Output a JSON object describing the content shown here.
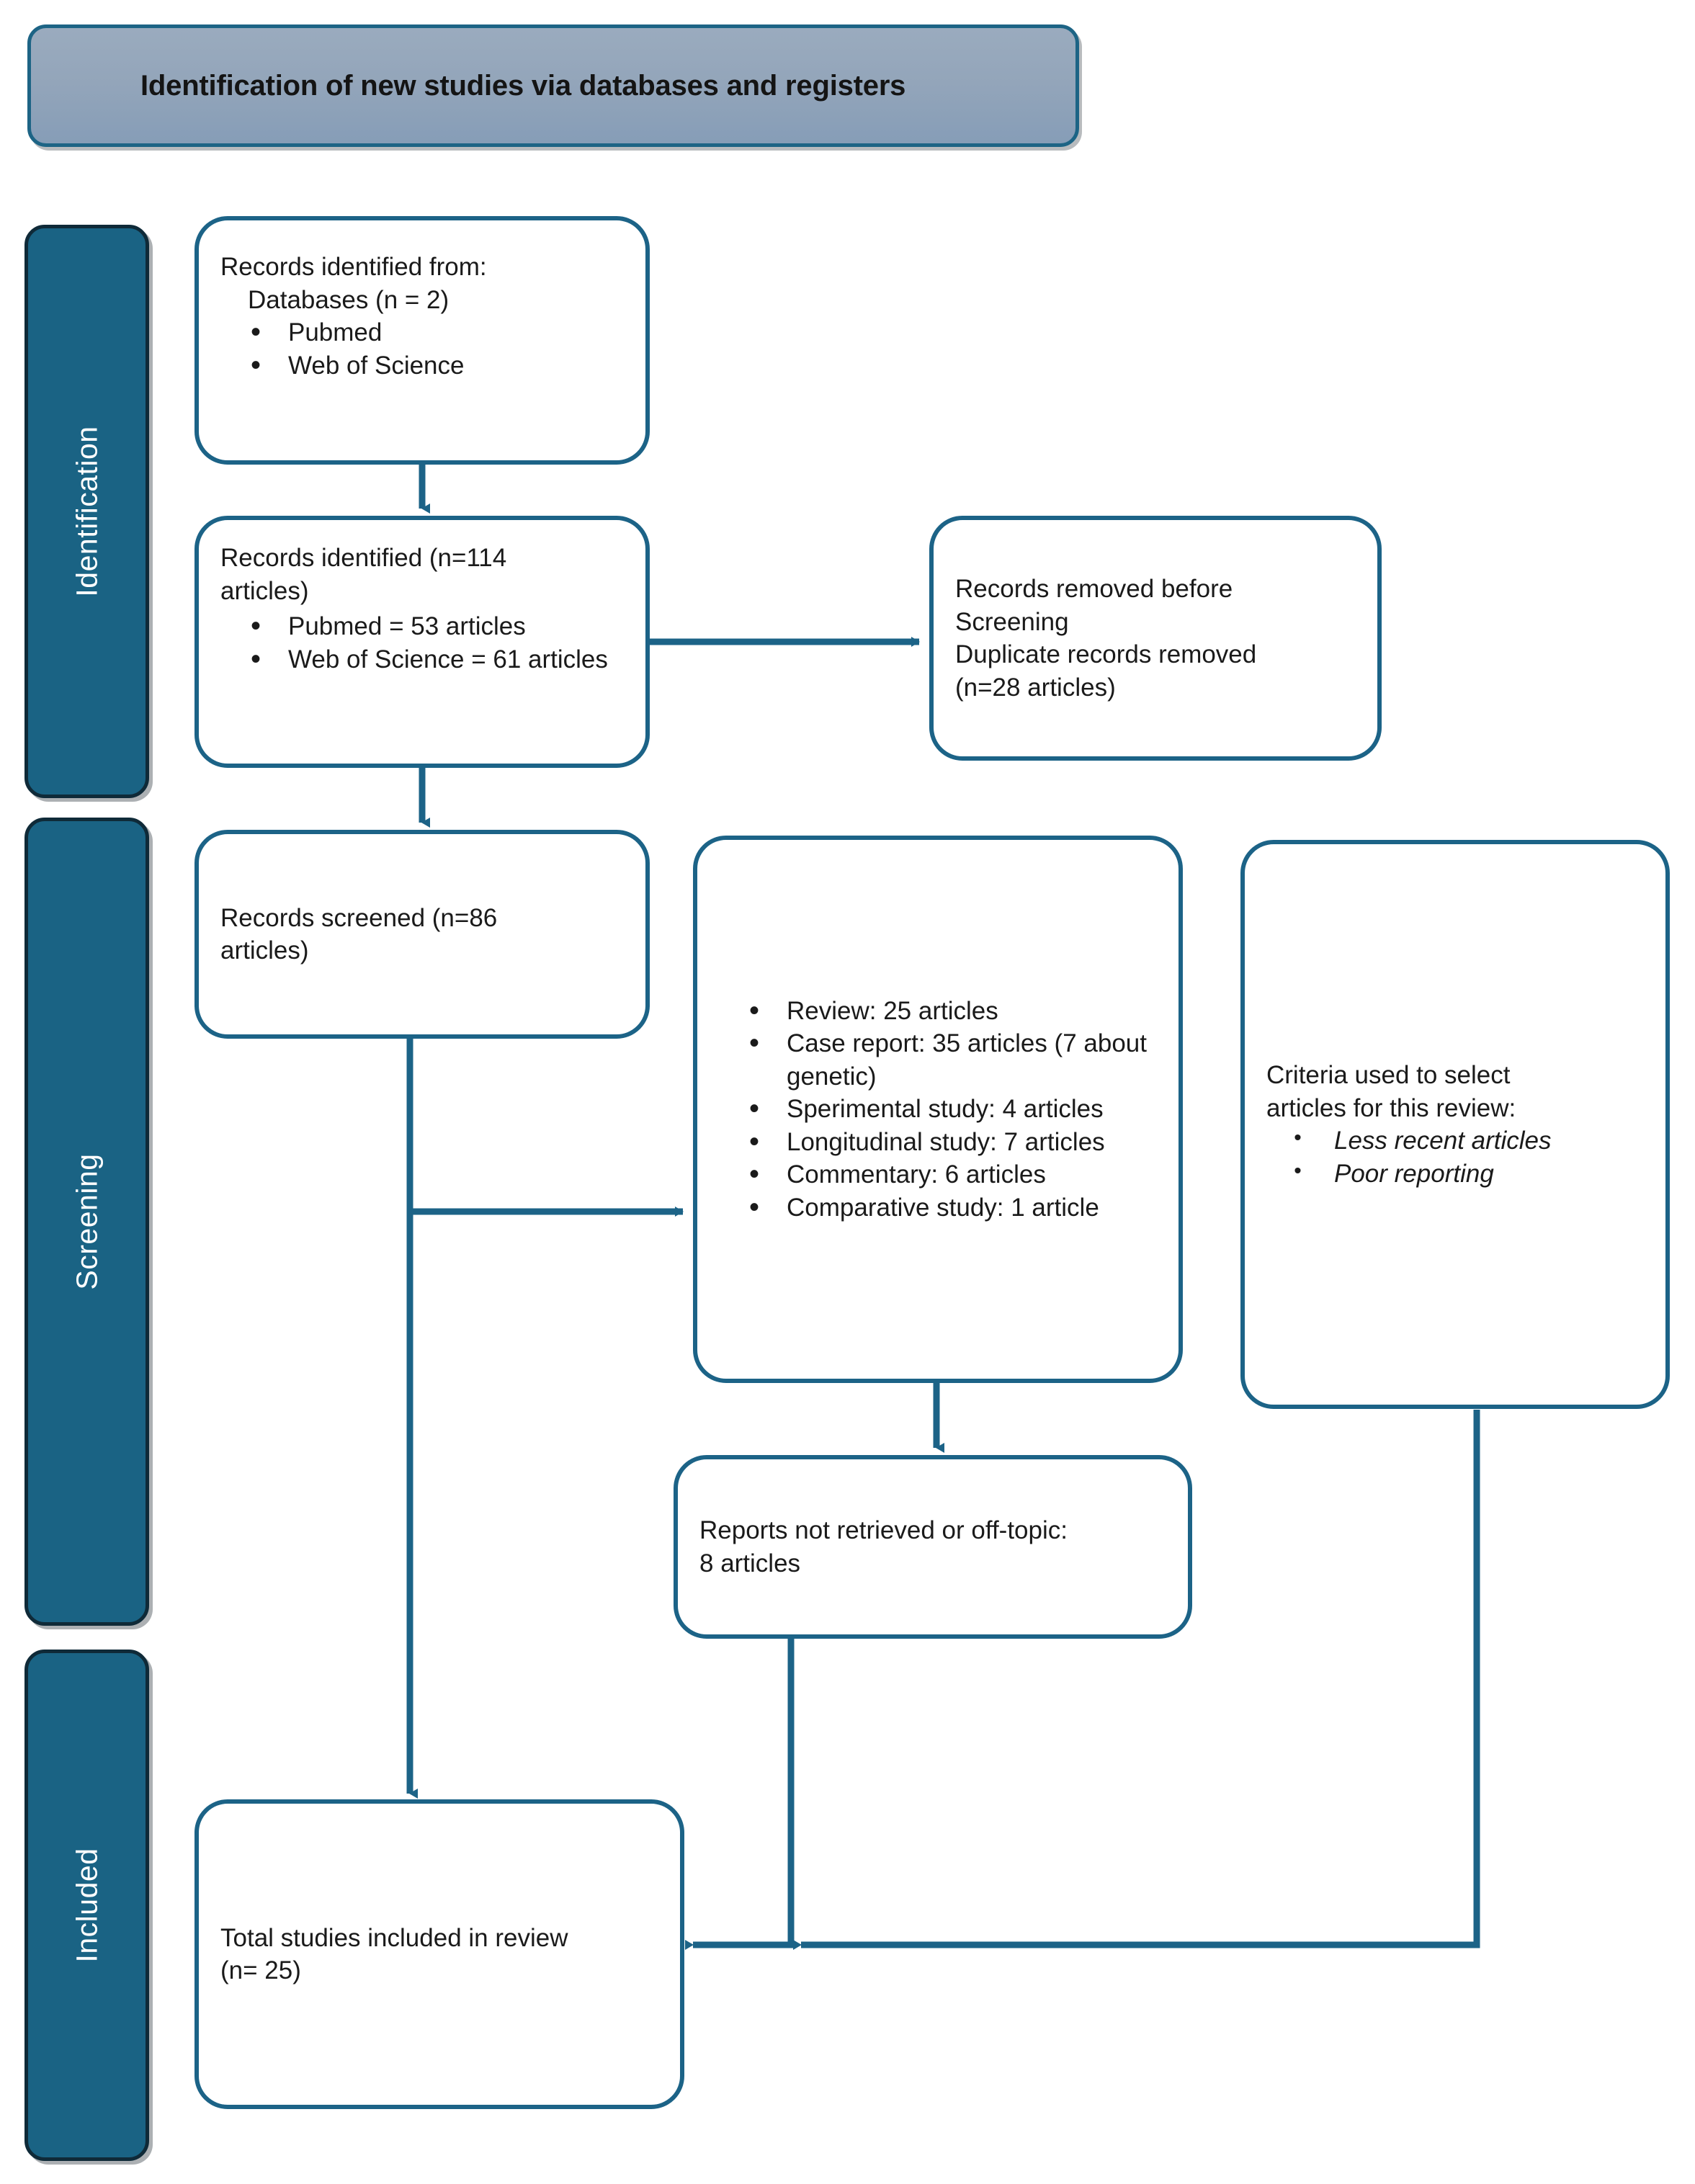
{
  "banner": {
    "title": "Identification of new studies via databases and registers"
  },
  "stages": [
    {
      "id": "identification",
      "label": "Identification"
    },
    {
      "id": "screening",
      "label": "Screening"
    },
    {
      "id": "included",
      "label": "Included"
    }
  ],
  "boxes": {
    "identified_from": {
      "line1": "Records identified from:",
      "line2": "Databases (n = 2)",
      "bullets": [
        "Pubmed",
        "Web of Science"
      ]
    },
    "records_identified": {
      "line1": "Records identified (n=114",
      "line2": "articles)",
      "bullets": [
        "Pubmed = 53 articles",
        "Web of Science = 61 articles"
      ]
    },
    "records_removed": {
      "line1": "Records removed before",
      "line2": "Screening",
      "line3": "Duplicate records removed",
      "line4": "(n=28 articles)"
    },
    "records_screened": {
      "line1": "Records screened (n=86",
      "line2": "articles)"
    },
    "study_types": {
      "bullets": [
        "Review: 25 articles",
        "Case report: 35 articles (7 about genetic)",
        "Sperimental study: 4 articles",
        "Longitudinal study: 7 articles",
        "Commentary: 6 articles",
        "Comparative study: 1 article"
      ]
    },
    "criteria": {
      "line1": "Criteria used to select",
      "line2": "articles for this review:",
      "bullets": [
        "Less recent articles",
        "Poor reporting"
      ]
    },
    "not_retrieved": {
      "line1": "Reports not retrieved or off-topic:",
      "line2": "8 articles"
    },
    "total_included": {
      "line1": "Total studies included in review",
      "line2": "(n= 25)"
    }
  },
  "colors": {
    "accent_blue": "#1c6387",
    "bar_fill": "#1a6384",
    "bar_border": "#0f2a38",
    "banner_border": "#1d6485",
    "banner_gradient_top": "#9aabbe",
    "banner_gradient_bottom": "#869db7",
    "text": "#1a1a1a"
  },
  "connectors": [
    {
      "name": "identified-from-to-records-114",
      "type": "arrow-down"
    },
    {
      "name": "records-114-to-removed",
      "type": "arrow-right"
    },
    {
      "name": "records-114-to-screened",
      "type": "arrow-down"
    },
    {
      "name": "screened-to-study-types",
      "type": "arrow-right"
    },
    {
      "name": "study-types-to-not-retrieved",
      "type": "arrow-down"
    },
    {
      "name": "screened-to-total-included",
      "type": "arrow-down"
    },
    {
      "name": "not-retrieved-to-total-included",
      "type": "arrow-left"
    },
    {
      "name": "criteria-to-total-included",
      "type": "arrow-left"
    }
  ]
}
